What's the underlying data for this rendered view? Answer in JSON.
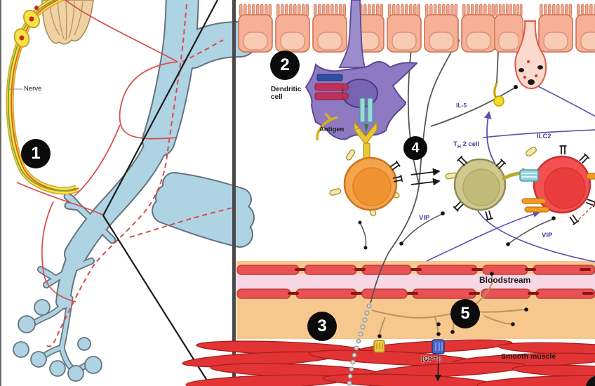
{
  "left_panel": {
    "badge_1": "1",
    "nerve": "Nerve"
  },
  "right_panel": {
    "badge_2": "2",
    "badge_3": "3",
    "badge_4": "4",
    "badge_5": "5",
    "dendritic_line1": "Dendritic",
    "dendritic_line2": "cell",
    "antigen": "Antigen",
    "il5": "IL-5",
    "th2_t": "T",
    "th2_sub": "H",
    "th2_rest": "2 cell",
    "ilc2": "ILC2",
    "vip_upper": "VIP",
    "vip_lower": "VIP",
    "bloodstream": "Bloodstream",
    "smooth_muscle": "Smooth muscle",
    "calcium": "[Ca²⁺]↑"
  },
  "colors": {
    "airway_blue": "#aed3e3",
    "nerve_yellow": "#f8e344",
    "nerve_red_line": "#d84b4b",
    "epithelium_salmon": "#f5b096",
    "dendritic_purple": "#8d7ac2",
    "tcell_orange": "#f4a54b",
    "th2_khaki": "#cfc88f",
    "ilc2_red": "#f35151",
    "label_purple": "#4a3d9e",
    "bloodstream_pink": "#f7d7e3",
    "vessel_red": "#e85252",
    "submucosa_tan": "#f6c88e",
    "muscle_red": "#e23434"
  }
}
